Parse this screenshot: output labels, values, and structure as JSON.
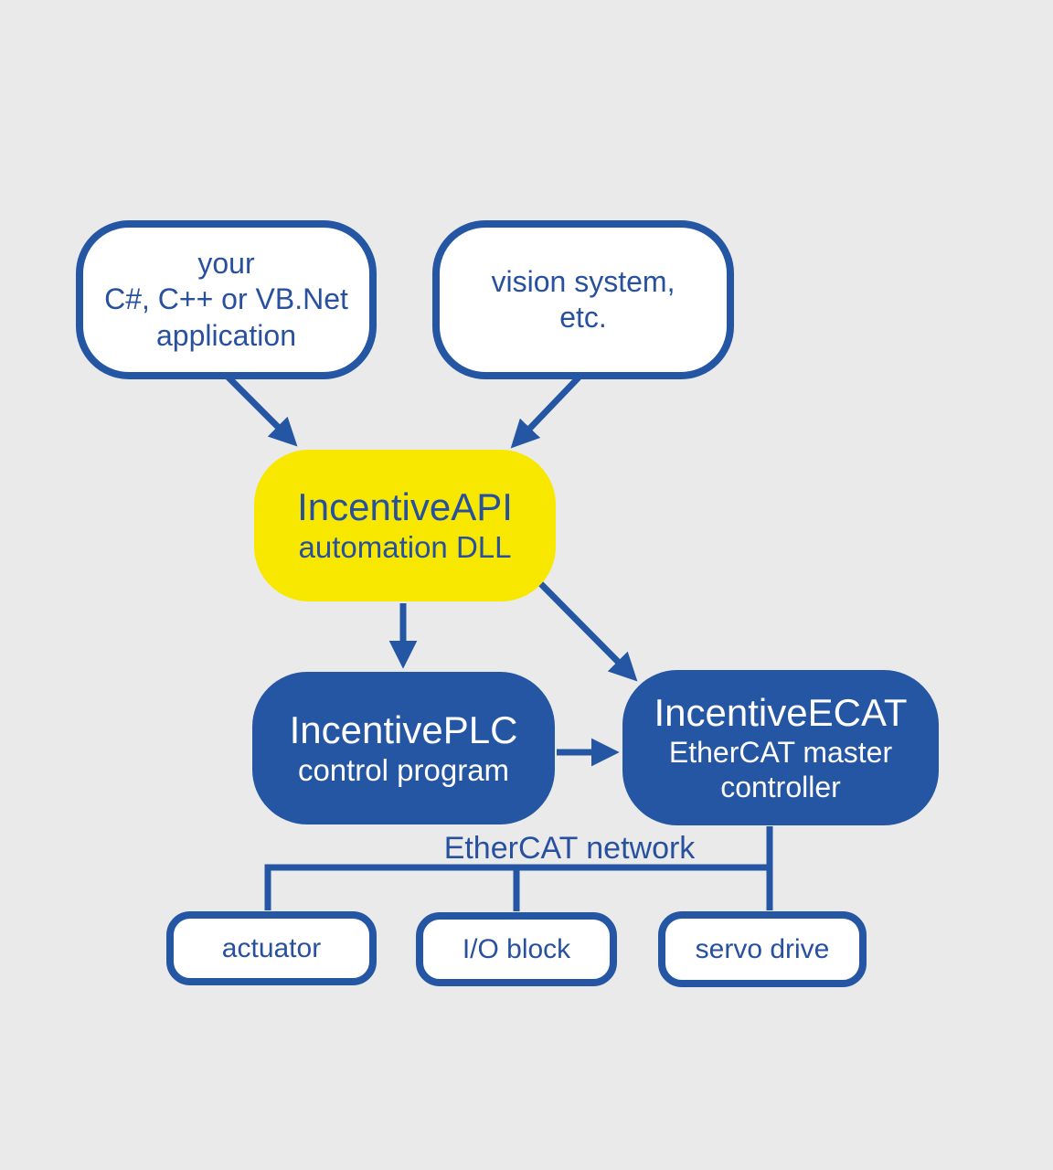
{
  "colors": {
    "blue": "#2456a4",
    "yellow": "#f8e800",
    "text_blue": "#27509f",
    "background": "#eaeaea",
    "white": "#ffffff"
  },
  "nodes": {
    "app": {
      "line1": "your",
      "line2": "C#, C++ or VB.Net",
      "line3": "application"
    },
    "vision": {
      "line1": "vision system,",
      "line2": "etc."
    },
    "api": {
      "title": "IncentiveAPI",
      "subtitle": "automation DLL"
    },
    "plc": {
      "title": "IncentivePLC",
      "subtitle": "control program"
    },
    "ecat": {
      "title": "IncentiveECAT",
      "subtitle1": "EtherCAT master",
      "subtitle2": "controller"
    },
    "actuator": {
      "label": "actuator"
    },
    "io_block": {
      "label": "I/O block"
    },
    "servo": {
      "label": "servo drive"
    }
  },
  "labels": {
    "network": "EtherCAT network"
  },
  "edges": [
    {
      "from": "your-application",
      "to": "incentive-api",
      "type": "arrow"
    },
    {
      "from": "vision-system",
      "to": "incentive-api",
      "type": "arrow"
    },
    {
      "from": "incentive-api",
      "to": "incentive-plc",
      "type": "arrow"
    },
    {
      "from": "incentive-api",
      "to": "incentive-ecat",
      "type": "arrow"
    },
    {
      "from": "incentive-plc",
      "to": "incentive-ecat",
      "type": "arrow"
    },
    {
      "from": "incentive-ecat",
      "to": "ethercat-network-bus",
      "type": "line"
    },
    {
      "from": "ethercat-network-bus",
      "to": "actuator",
      "type": "line"
    },
    {
      "from": "ethercat-network-bus",
      "to": "io-block",
      "type": "line"
    },
    {
      "from": "ethercat-network-bus",
      "to": "servo-drive",
      "type": "line"
    }
  ]
}
